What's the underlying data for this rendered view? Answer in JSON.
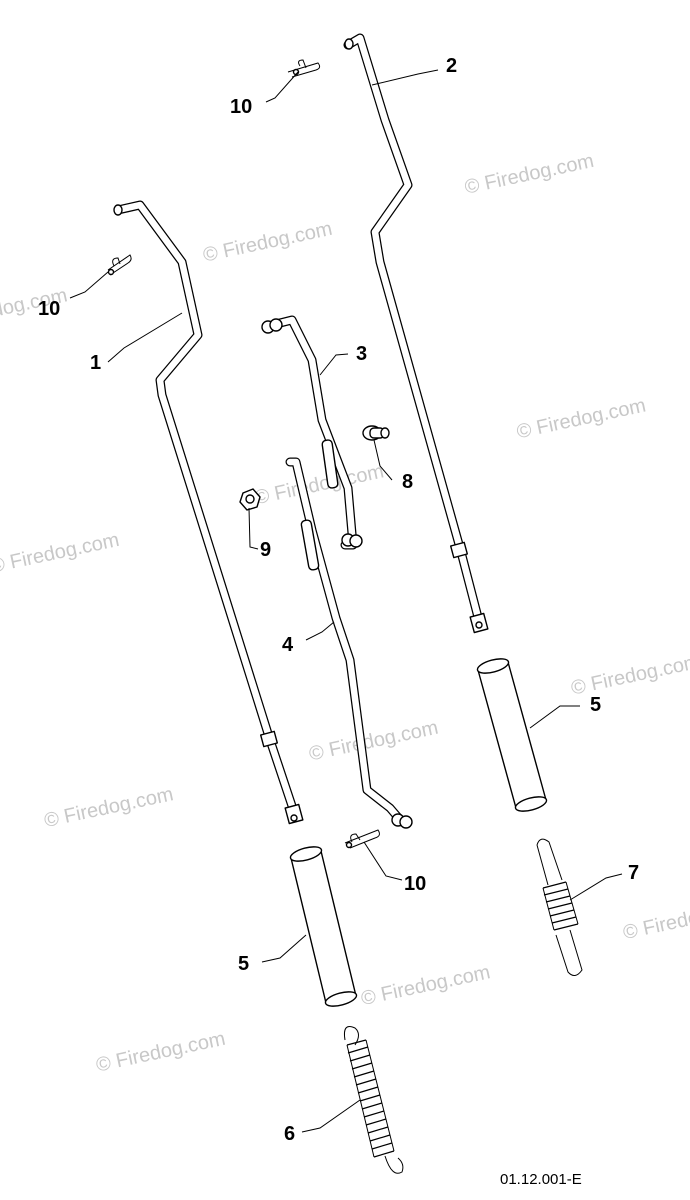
{
  "callouts": {
    "c1": "1",
    "c2": "2",
    "c3": "3",
    "c4": "4",
    "c5a": "5",
    "c5b": "5",
    "c6": "6",
    "c7": "7",
    "c8": "8",
    "c9": "9",
    "c10a": "10",
    "c10b": "10",
    "c10c": "10"
  },
  "watermark": "© Firedog.com",
  "diagram_code": "01.12.001-E"
}
